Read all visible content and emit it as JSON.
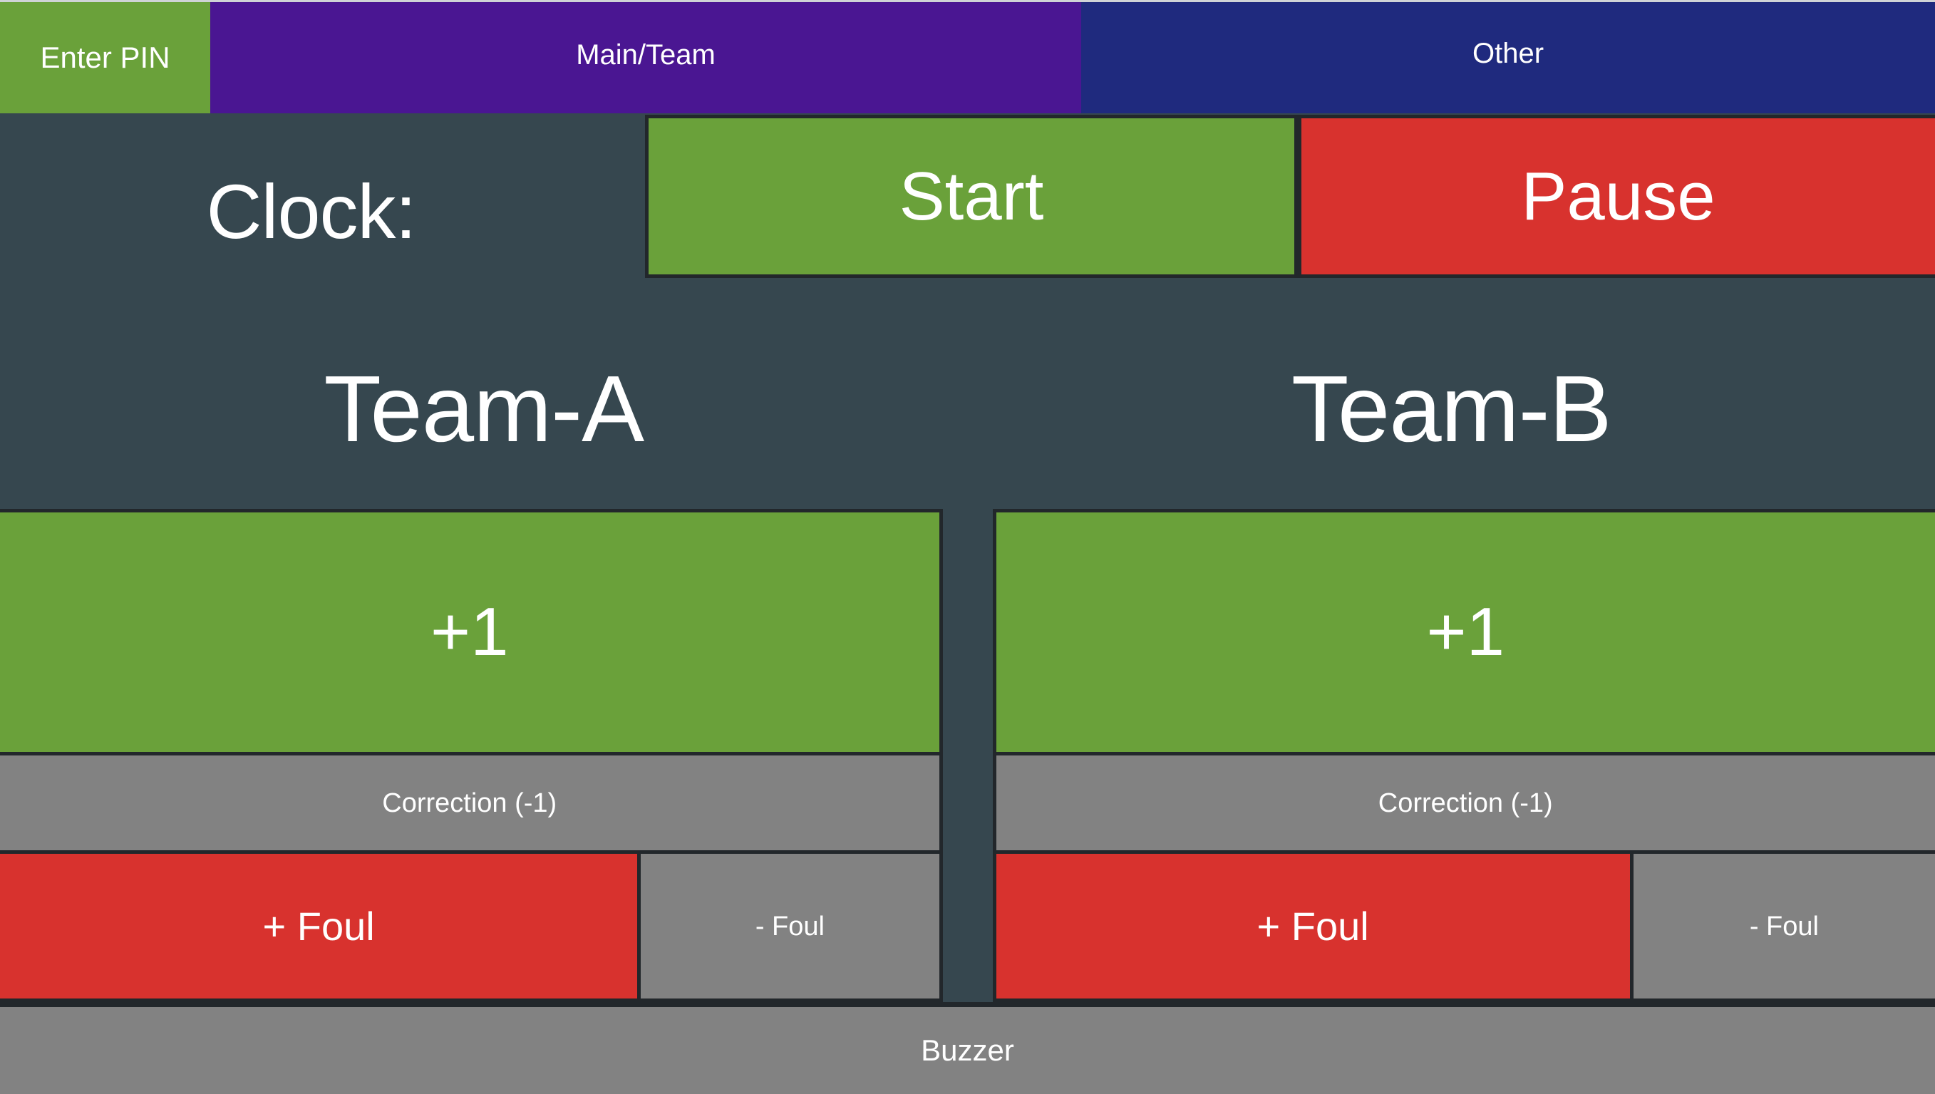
{
  "app": {
    "background_color": "#36474f",
    "border_color": "#22272b",
    "accent_green": "#6aa13a",
    "accent_red": "#d8322e",
    "accent_gray": "#828282",
    "accent_purple": "#4a1692",
    "accent_navy": "#1f2a7e"
  },
  "tabs": [
    {
      "label": "Enter PIN",
      "color": "#6aa13a",
      "name": "enter-pin"
    },
    {
      "label": "Main/Team",
      "color": "#4a1692",
      "name": "main-team"
    },
    {
      "label": "Other",
      "color": "#1f2a7e",
      "name": "other"
    }
  ],
  "clock": {
    "label": "Clock:",
    "value": "",
    "start_label": "Start",
    "pause_label": "Pause"
  },
  "teams": [
    {
      "name": "Team-A",
      "plus_label": "+1",
      "correction_label": "Correction (-1)",
      "foul_plus_label": "+ Foul",
      "foul_minus_label": "- Foul"
    },
    {
      "name": "Team-B",
      "plus_label": "+1",
      "correction_label": "Correction (-1)",
      "foul_plus_label": "+ Foul",
      "foul_minus_label": "- Foul"
    }
  ],
  "buzzer": {
    "label": "Buzzer"
  }
}
